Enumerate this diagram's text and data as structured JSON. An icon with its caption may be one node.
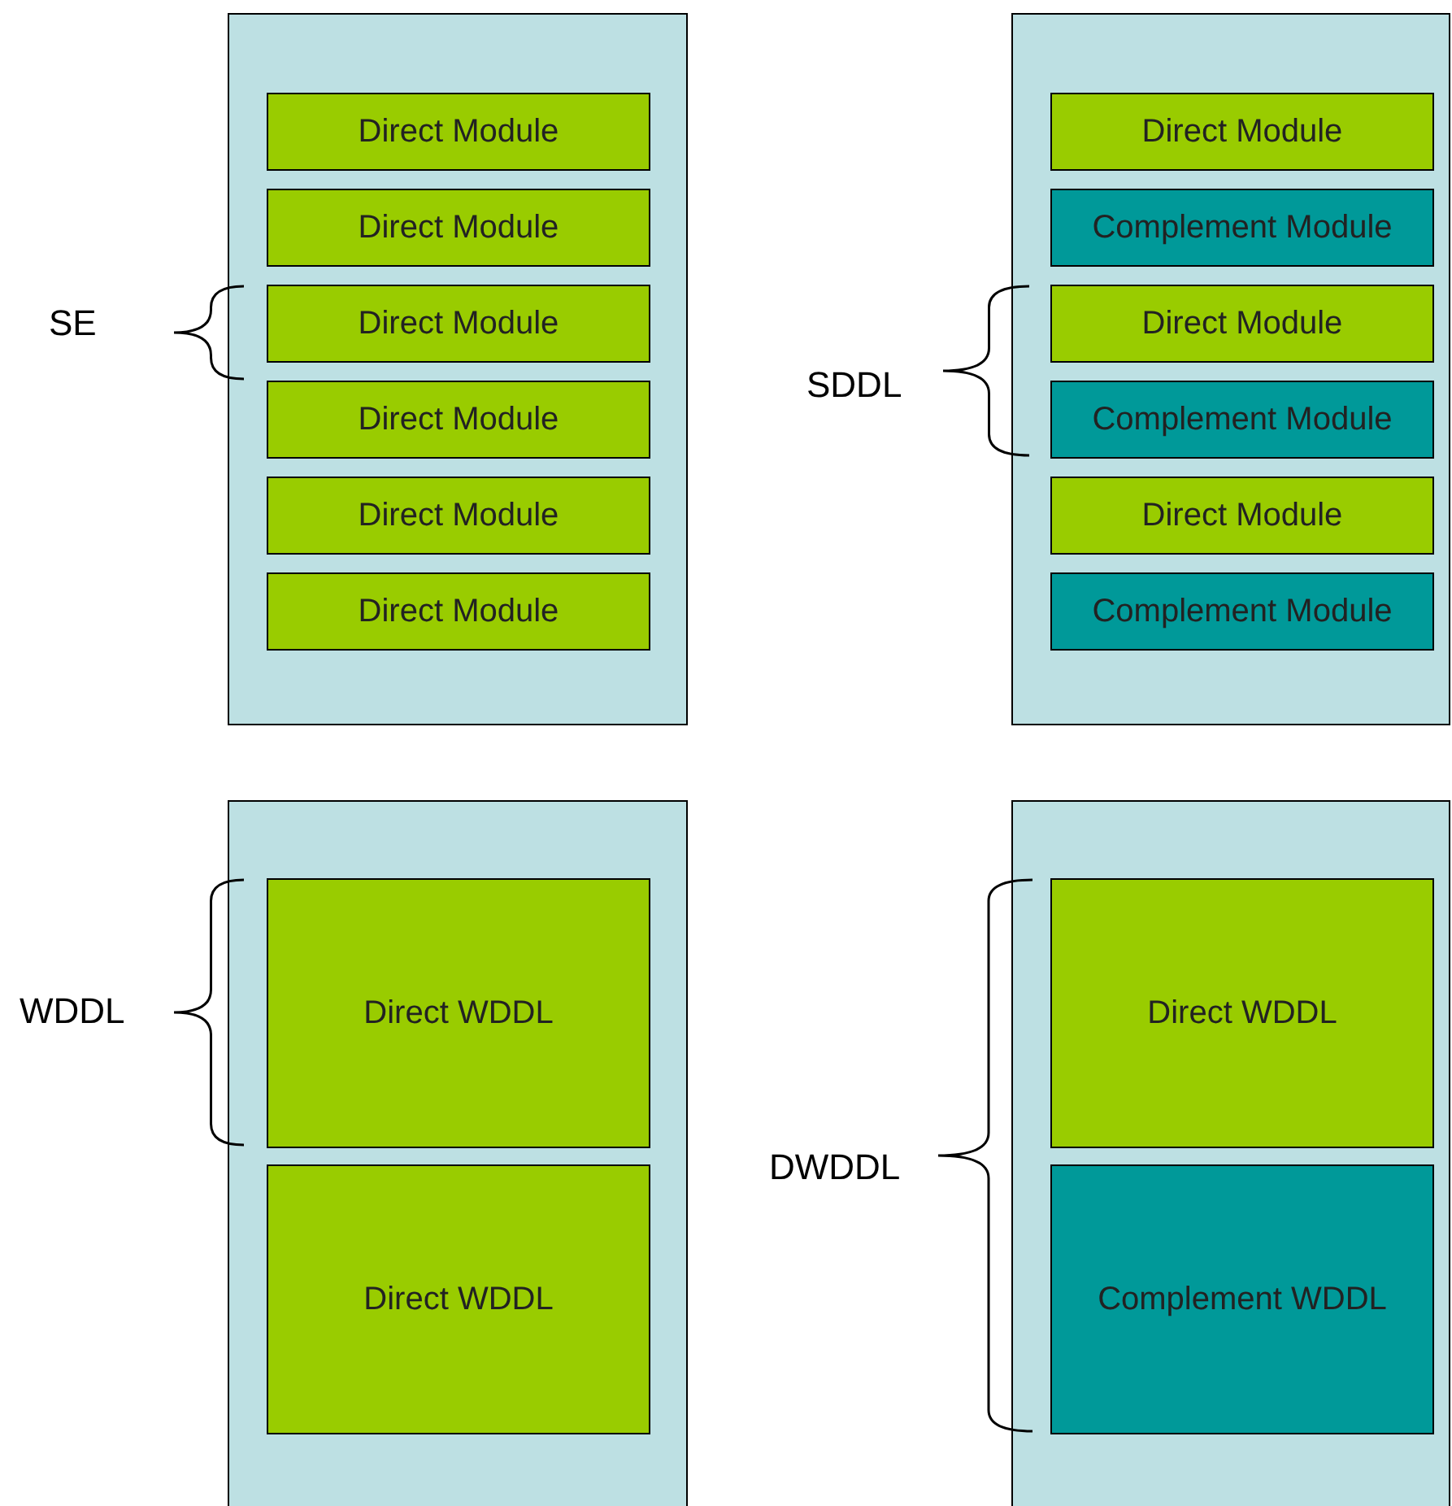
{
  "diagram": {
    "nodes": [
      {
        "text": [],
        "shape": "box"
      },
      {
        "text": [
          "Direct Module"
        ],
        "in": 0
      },
      {
        "text": [
          "Direct Module"
        ],
        "in": 0
      },
      {
        "text": [
          "Direct Module"
        ],
        "in": 0
      },
      {
        "text": [
          "Direct Module"
        ],
        "in": 0
      },
      {
        "text": [
          "Direct Module"
        ],
        "in": 0
      },
      {
        "text": [
          "Direct Module"
        ],
        "in": 0
      },
      {
        "text": [],
        "shape": "box"
      },
      {
        "text": [
          "Direct Module"
        ],
        "in": 7
      },
      {
        "text": [
          "Complement Module"
        ],
        "in": 7
      },
      {
        "text": [
          "Direct Module"
        ],
        "in": 7
      },
      {
        "text": [
          "Complement Module"
        ],
        "in": 7
      },
      {
        "text": [
          "Direct Module"
        ],
        "in": 7
      },
      {
        "text": [
          "Complement Module"
        ],
        "in": 7
      },
      {
        "text": [],
        "shape": "box"
      },
      {
        "text": [
          "Direct WDDL"
        ],
        "in": 14
      },
      {
        "text": [
          "Direct WDDL"
        ],
        "in": 14
      },
      {
        "text": [],
        "shape": "box"
      },
      {
        "text": [
          "Direct WDDL"
        ],
        "in": 17
      },
      {
        "text": [
          "Complement WDDL"
        ],
        "in": 17
      }
    ],
    "edges": [],
    "labels": [
      "SE",
      "SDDL",
      "WDDL",
      "DWDDL"
    ]
  }
}
